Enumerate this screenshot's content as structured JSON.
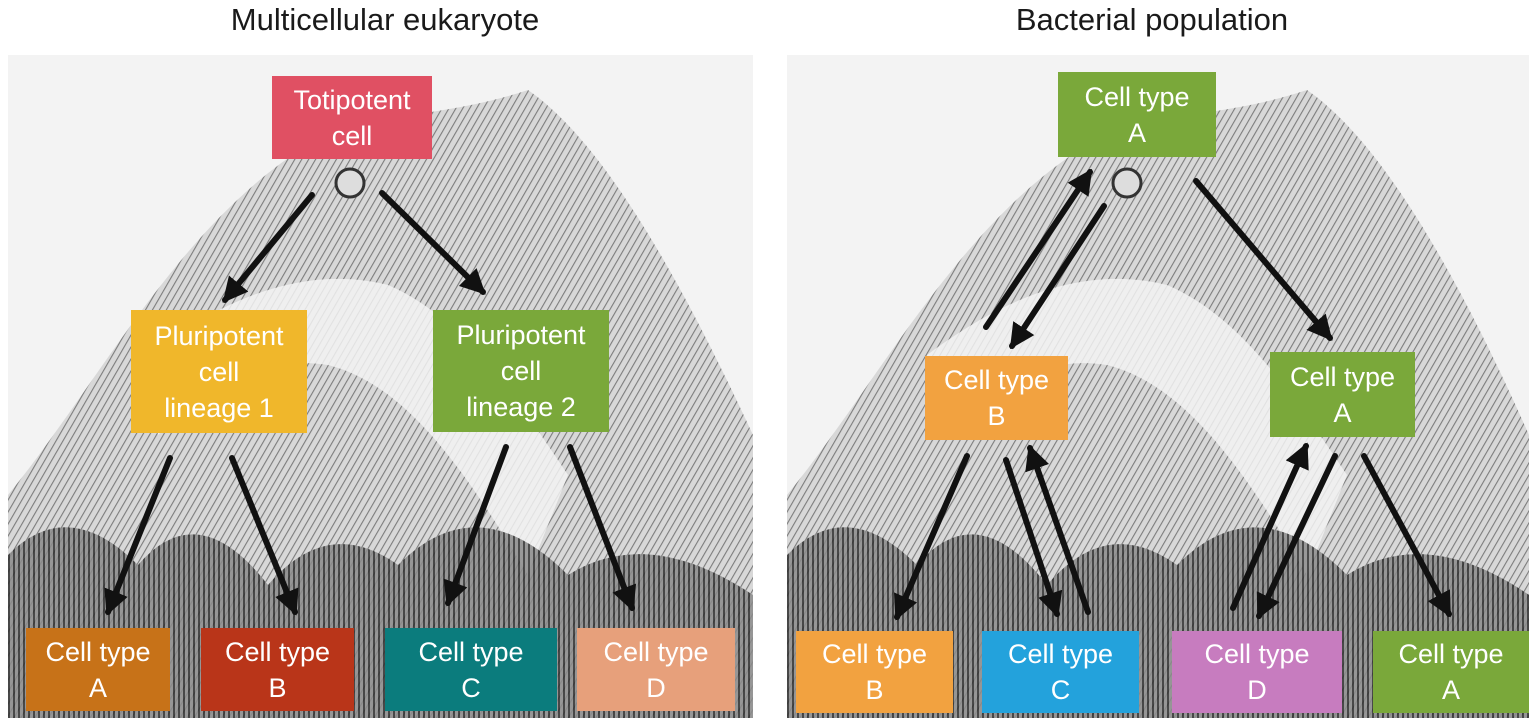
{
  "colors": {
    "totipotent": "#e05063",
    "pluripotent_1": "#f0b72b",
    "green": "#7aa83a",
    "orange": "#f2a240",
    "cell_a_rust": "#c77218",
    "cell_b_red": "#b93519",
    "cell_c_teal": "#0b7c7d",
    "cell_d_salmon": "#e7a07b",
    "cell_c_blue": "#23a2dc",
    "cell_d_pink": "#c77cbf"
  },
  "panels": {
    "left": {
      "title": "Multicellular eukaryote",
      "nodes": {
        "totipotent": "Totipotent\ncell",
        "lineage1": "Pluripotent\ncell\nlineage 1",
        "lineage2": "Pluripotent\ncell\nlineage 2",
        "a": "Cell type\nA",
        "b": "Cell type\nB",
        "c": "Cell type\nC",
        "d": "Cell type\nD"
      }
    },
    "right": {
      "title": "Bacterial population",
      "nodes": {
        "top_a": "Cell type\nA",
        "mid_b": "Cell type\nB",
        "mid_a": "Cell type\nA",
        "bot_b": "Cell type\nB",
        "bot_c": "Cell type\nC",
        "bot_d": "Cell type\nD",
        "bot_a": "Cell type\nA"
      }
    }
  }
}
